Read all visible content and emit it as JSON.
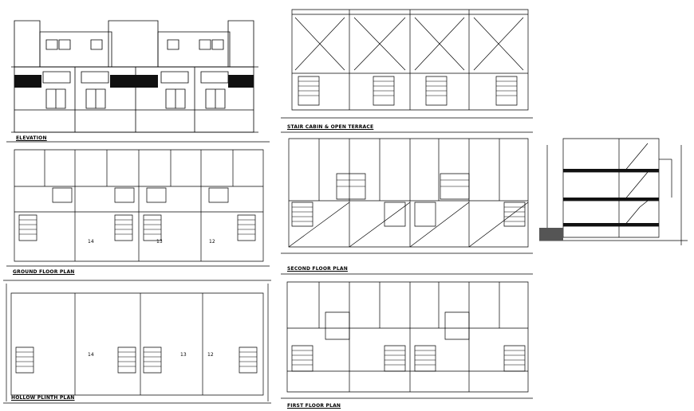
{
  "drawings": {
    "elevation": {
      "caption": "ELEVATION"
    },
    "stair_cabin": {
      "caption": "STAIR CABIN & OPEN TERRACE"
    },
    "ground_floor": {
      "caption": "GROUND FLOOR PLAN",
      "units": [
        "14",
        "13",
        "12"
      ]
    },
    "second_floor": {
      "caption": "SECOND FLOOR PLAN"
    },
    "section": {
      "caption": ""
    },
    "hollow_plinth": {
      "caption": "HOLLOW PLINTH PLAN",
      "units": [
        "14",
        "13",
        "12"
      ]
    },
    "first_floor": {
      "caption": "FIRST FLOOR PLAN"
    }
  },
  "colors": {
    "line": "#000000",
    "fill_dark": "#111111",
    "paper": "#ffffff"
  }
}
